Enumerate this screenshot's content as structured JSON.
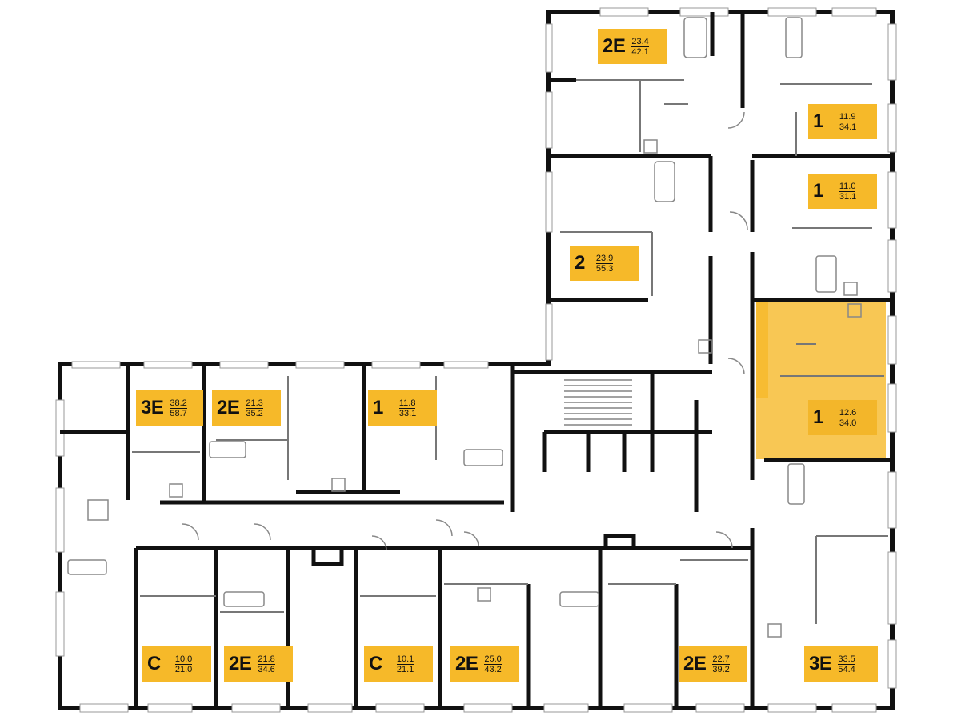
{
  "colors": {
    "wall": "#111111",
    "inner": "#444444",
    "label_bg": "#f6b929",
    "highlight": "#f6b929"
  },
  "apartments": [
    {
      "id": "a01",
      "type": "2E",
      "living": "23.4",
      "total": "42.1"
    },
    {
      "id": "a02",
      "type": "1",
      "living": "11.9",
      "total": "34.1"
    },
    {
      "id": "a03",
      "type": "1",
      "living": "11.0",
      "total": "31.1"
    },
    {
      "id": "a04",
      "type": "2",
      "living": "23.9",
      "total": "55.3"
    },
    {
      "id": "a05",
      "type": "1",
      "living": "12.6",
      "total": "34.0",
      "selected": true
    },
    {
      "id": "a06",
      "type": "3E",
      "living": "38.2",
      "total": "58.7"
    },
    {
      "id": "a07",
      "type": "2E",
      "living": "21.3",
      "total": "35.2"
    },
    {
      "id": "a08",
      "type": "1",
      "living": "11.8",
      "total": "33.1"
    },
    {
      "id": "a09",
      "type": "C",
      "living": "10.0",
      "total": "21.0"
    },
    {
      "id": "a10",
      "type": "2E",
      "living": "21.8",
      "total": "34.6"
    },
    {
      "id": "a11",
      "type": "C",
      "living": "10.1",
      "total": "21.1"
    },
    {
      "id": "a12",
      "type": "2E",
      "living": "25.0",
      "total": "43.2"
    },
    {
      "id": "a13",
      "type": "2E",
      "living": "22.7",
      "total": "39.2"
    },
    {
      "id": "a14",
      "type": "3E",
      "living": "33.5",
      "total": "54.4"
    }
  ]
}
